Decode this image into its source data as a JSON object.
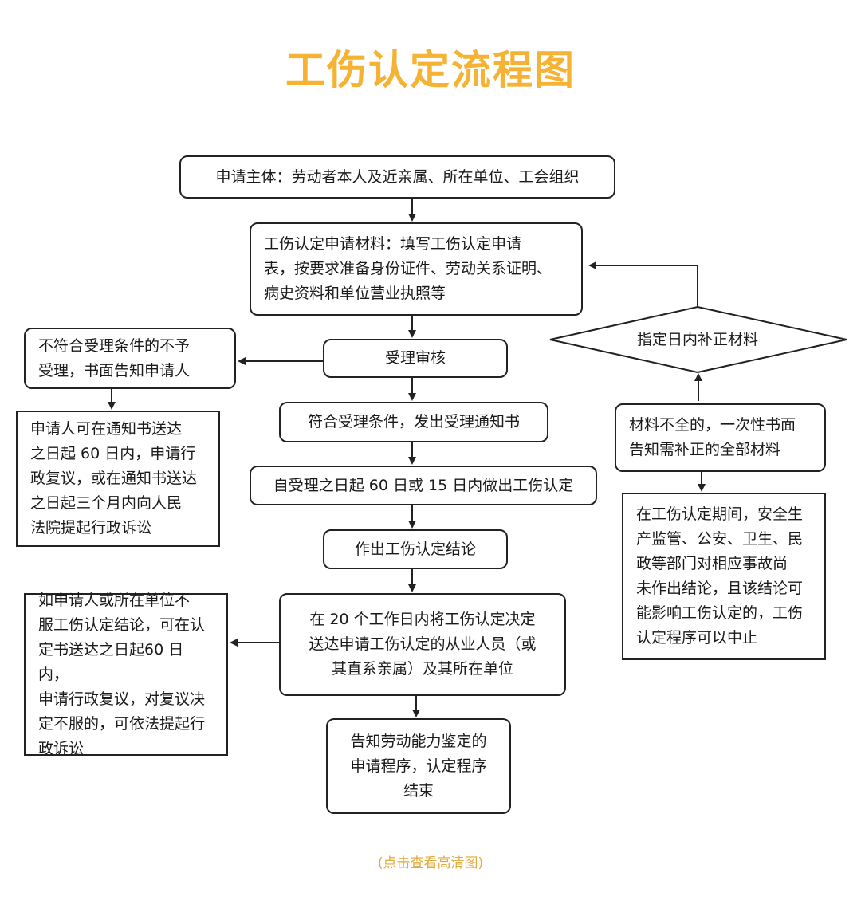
{
  "title": "工伤认定流程图",
  "footer": "(点击查看高清图)",
  "nodes": {
    "applicant": "申请主体：劳动者本人及近亲属、所在单位、工会组织",
    "materials": "工伤认定申请材料：填写工伤认定申请\n表，按要求准备身份证件、劳动关系证明、\n病史资料和单位营业执照等",
    "review": "受理审核",
    "reject": "不符合受理条件的不予\n受理，书面告知申请人",
    "appeal_reject": "申请人可在通知书送达\n之日起 60 日内，申请行\n政复议，或在通知书送达\n之日起三个月内向人民\n法院提起行政诉讼",
    "accept": "符合受理条件，发出受理通知书",
    "decision_time": "自受理之日起 60 日或 15 日内做出工伤认定",
    "conclusion": "作出工伤认定结论",
    "deliver": "在 20 个工作日内将工伤认定决定\n送达申请工伤认定的从业人员（或\n其直系亲属）及其所在单位",
    "appeal_conclusion": "如申请人或所在单位不\n服工伤认定结论，可在认\n定书送达之日起60 日内，\n申请行政复议，对复议决\n定不服的，可依法提起行\n政诉讼",
    "notify_ability": "告知劳动能力鉴定的\n申请程序，认定程序\n结束",
    "supplement_deadline": "指定日内补正材料",
    "incomplete": "材料不全的，一次性书面\n告知需补正的全部材料",
    "suspend": "在工伤认定期间，安全生\n产监管、公安、卫生、民\n政等部门对相应事故尚\n未作出结论，且该结论可\n能影响工伤认定的，工伤\n认定程序可以中止"
  },
  "colors": {
    "title": "#f5b233",
    "footer": "#e0a93a",
    "line": "#222222"
  }
}
